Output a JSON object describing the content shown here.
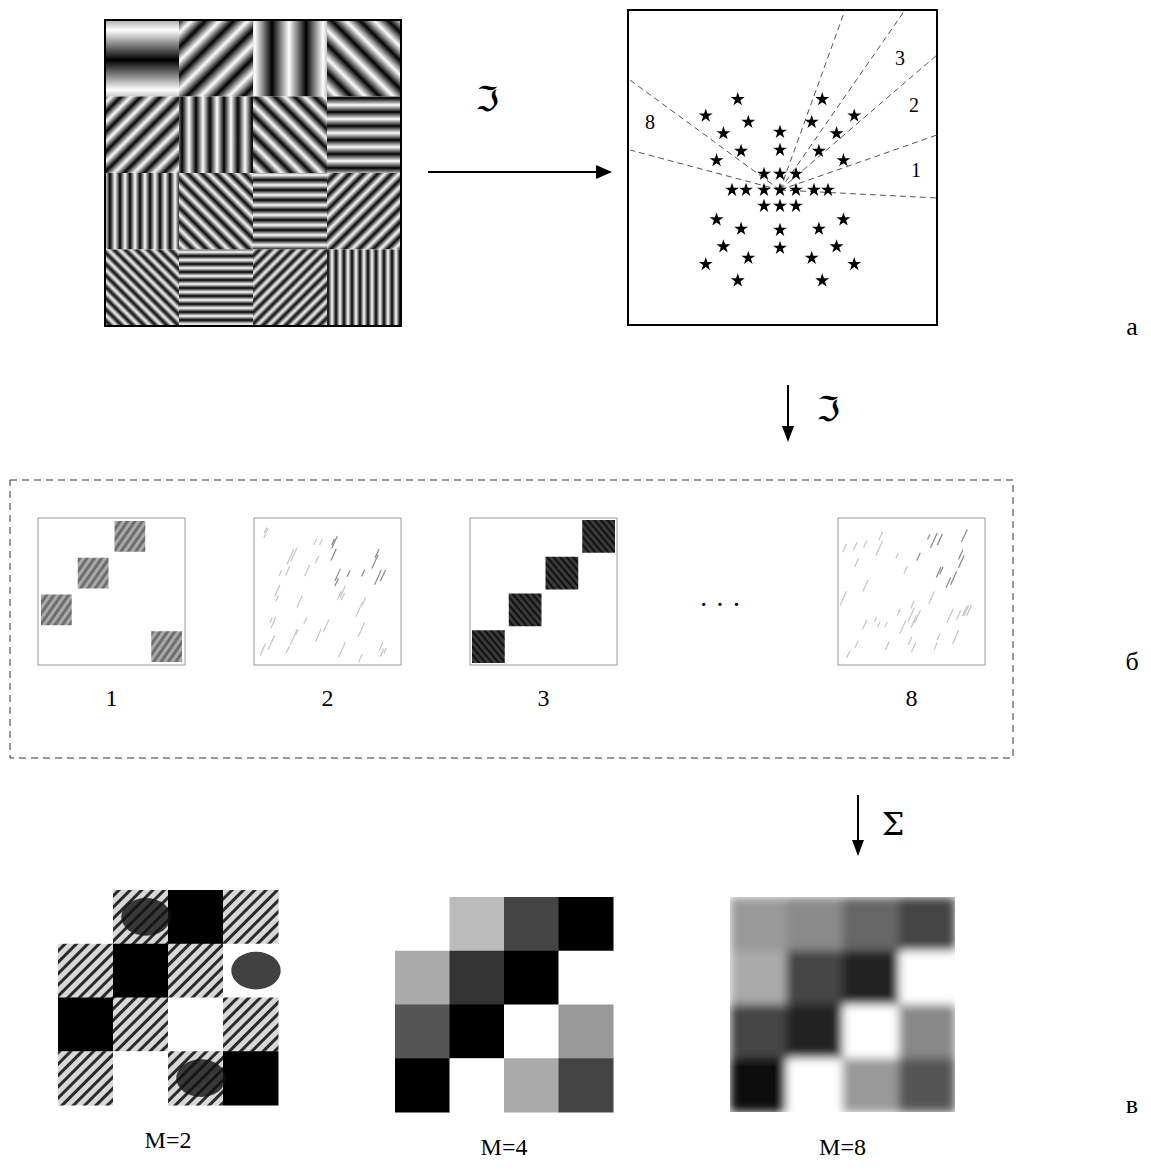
{
  "diagram": {
    "nodes": [
      {
        "text": [
          "1"
        ]
      },
      {
        "text": [
          "2"
        ]
      },
      {
        "text": [
          "3"
        ]
      },
      {
        "text": [
          "8"
        ]
      },
      {
        "text": [
          "M=2"
        ]
      },
      {
        "text": [
          "M=4"
        ]
      },
      {
        "text": [
          "M=8"
        ]
      }
    ],
    "labels": [
      "ℑ",
      "8",
      "3",
      "2",
      "1",
      "а",
      "ℑ",
      "· · ·",
      "б",
      "Σ",
      "в"
    ]
  }
}
